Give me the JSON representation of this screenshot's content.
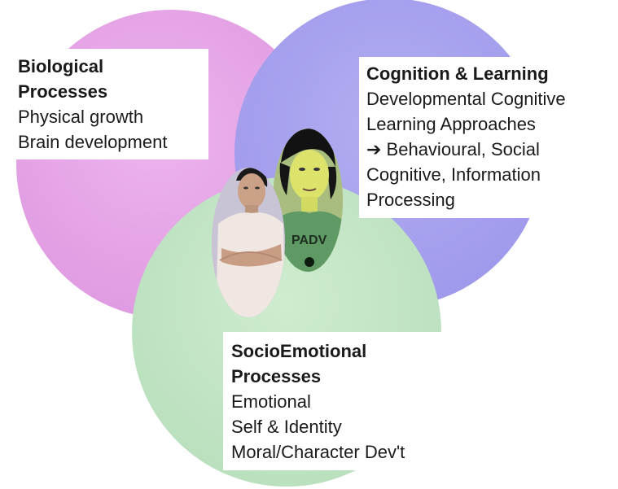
{
  "diagram": {
    "colors": {
      "biological": "#e8a6e8",
      "cognition": "#a9a3ee",
      "socioemotional": "#c4e6c8"
    },
    "biological": {
      "title": "Biological Processes",
      "items": [
        "Physical growth",
        "Brain development"
      ]
    },
    "cognition": {
      "title": "Cognition & Learning",
      "items": [
        "Developmental Cognitive",
        "Learning Approaches",
        "➔ Behavioural, Social",
        "Cognitive, Information",
        "Processing"
      ]
    },
    "socioemotional": {
      "title": "SocioEmotional Processes",
      "items": [
        "Emotional",
        "Self & Identity",
        "Moral/Character Dev't"
      ]
    },
    "photo_text": "PADV"
  }
}
